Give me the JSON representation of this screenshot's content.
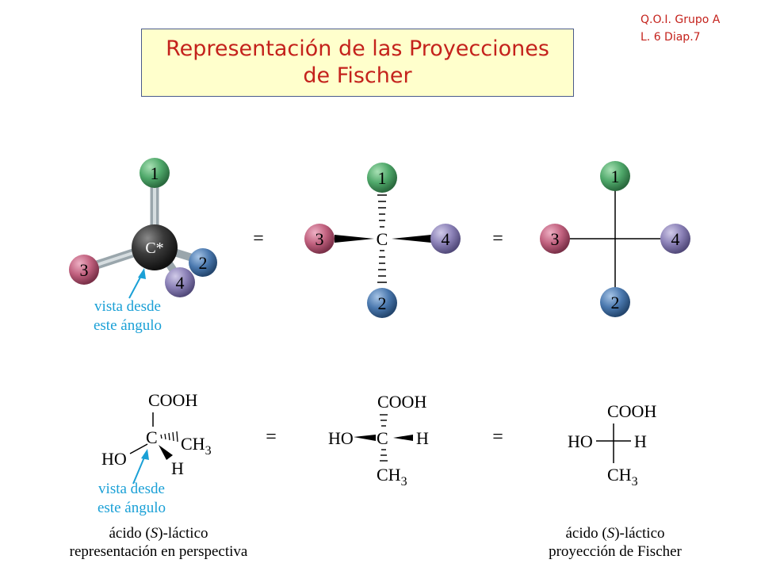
{
  "header": {
    "course": "Q.O.I. Grupo A",
    "slide": "L. 6  Diap.7"
  },
  "title": {
    "line1": "Representación de las Proyecciones",
    "line2": "de Fischer"
  },
  "colors": {
    "title_text": "#c4221c",
    "title_box_bg": "#ffffcc",
    "ball_1": "#4fa86a",
    "ball_2": "#4a78ae",
    "ball_3": "#c0607e",
    "ball_4": "#8a80b6",
    "annotation": "#1aa0d6"
  },
  "top_row": {
    "center_atom": "C*",
    "center_atom_plain": "C",
    "ball_labels": [
      "1",
      "2",
      "3",
      "4"
    ],
    "equals": "=",
    "annotation_line1": "vista desde",
    "annotation_line2": "este ángulo"
  },
  "bottom_row": {
    "equals": "=",
    "top_group": "COOH",
    "carbon": "C",
    "methyl": "CH",
    "methyl_sub": "3",
    "hydroxyl": "HO",
    "hydrogen": "H",
    "annotation_line1": "vista desde",
    "annotation_line2": "este ángulo",
    "caption_left_pre": "ácido (",
    "caption_left_S": "S",
    "caption_left_post": ")-láctico",
    "caption_left_line2": "representación en perspectiva",
    "caption_right_pre": "ácido (",
    "caption_right_S": "S",
    "caption_right_post": ")-láctico",
    "caption_right_line2": "proyección de Fischer"
  }
}
